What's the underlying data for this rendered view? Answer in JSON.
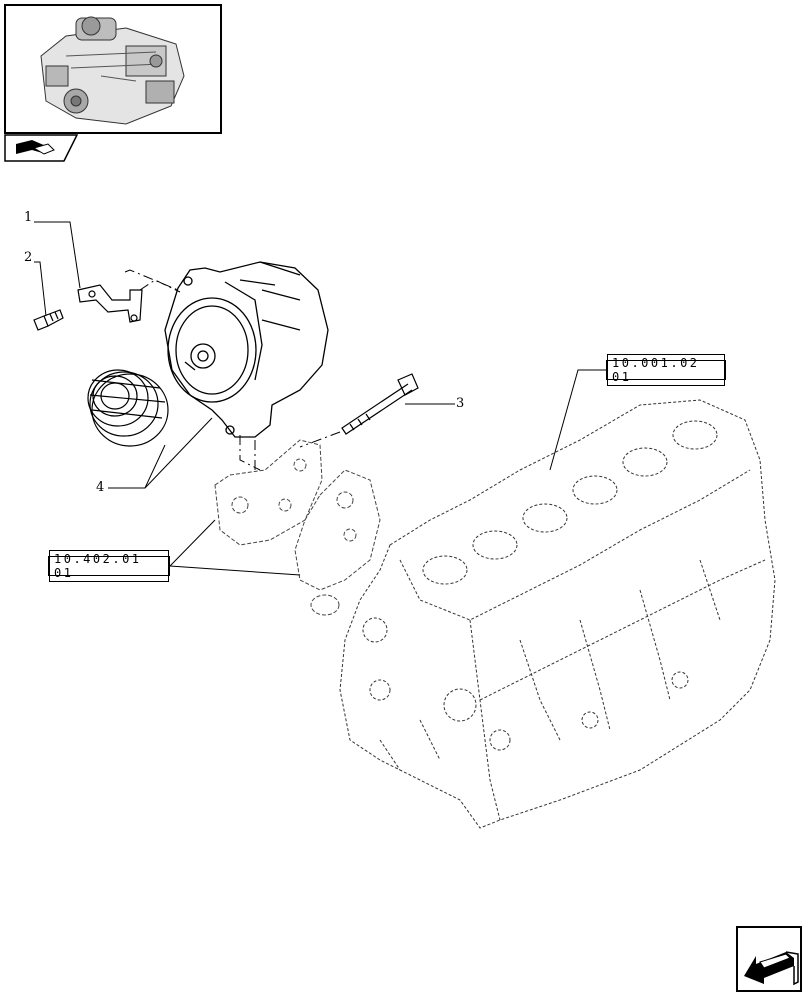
{
  "thumbnail": {
    "icon": "engine-thumbnail",
    "tab_icon": "book-arrow-icon"
  },
  "references": [
    {
      "id": "ref-block",
      "text": "10.001.02 01"
    },
    {
      "id": "ref-bracket",
      "text": "10.402.01 01"
    }
  ],
  "callouts": [
    {
      "id": "1",
      "text": "1"
    },
    {
      "id": "2",
      "text": "2"
    },
    {
      "id": "3",
      "text": "3"
    },
    {
      "id": "4",
      "text": "4"
    }
  ],
  "navigation": {
    "icon": "next-page-arrow-icon"
  }
}
